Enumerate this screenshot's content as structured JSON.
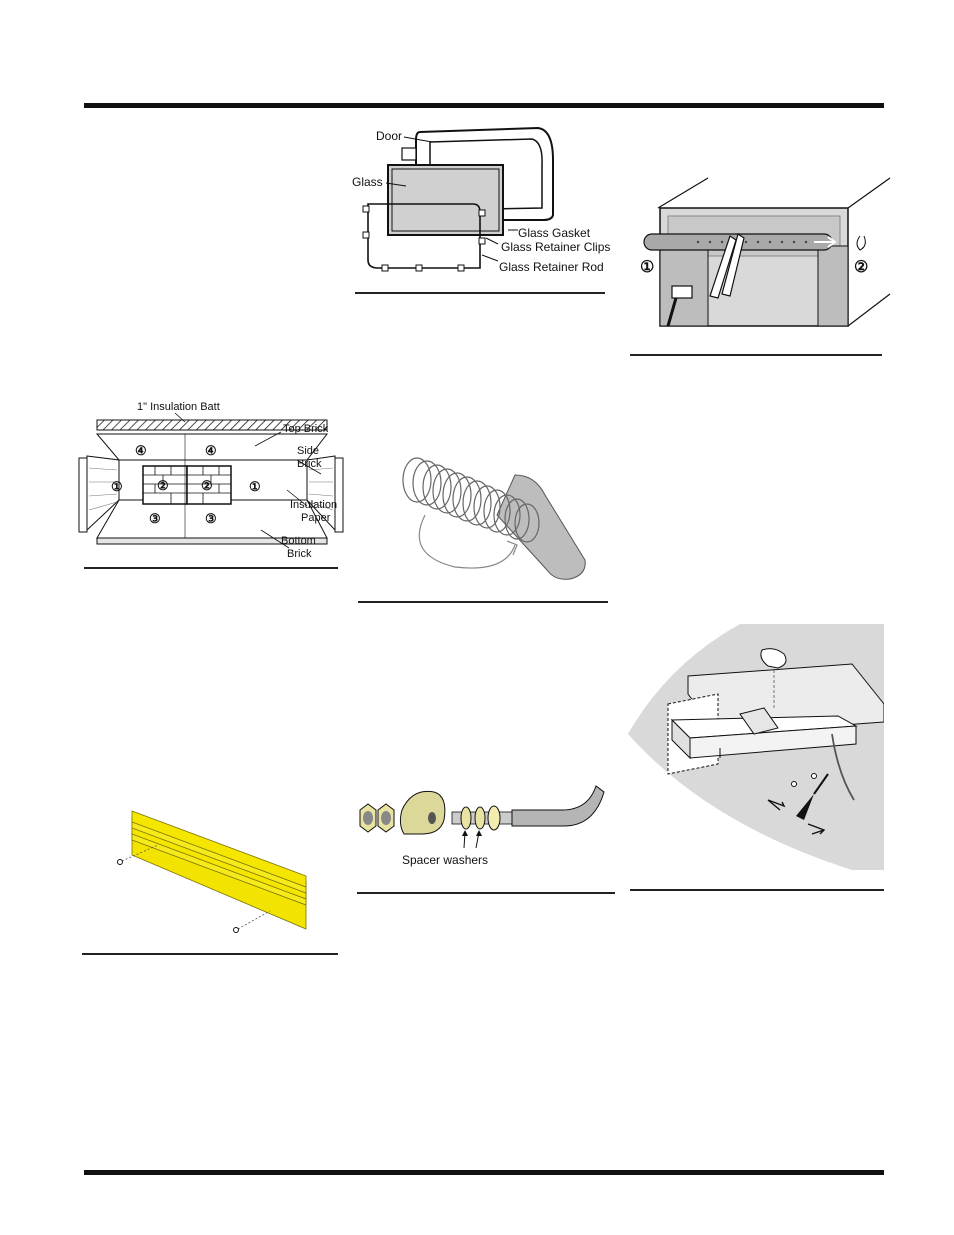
{
  "fig_door_glass": {
    "door": "Door",
    "glass": "Glass",
    "glass_gasket": "Glass Gasket",
    "retainer_clips": "Glass Retainer Clips",
    "retainer_rod": "Glass Retainer Rod"
  },
  "fig_burner": {
    "marker_1": "①",
    "marker_2": "②"
  },
  "fig_bricks": {
    "insulation_batt": "1\" Insulation Batt",
    "top_brick": "Top Brick",
    "side_brick_1": "Side",
    "side_brick_2": "Brick",
    "insulation_paper_1": "Insulation",
    "insulation_paper_2": "Paper",
    "bottom_brick_1": "Bottom",
    "bottom_brick_2": "Brick",
    "num_1": "①",
    "num_2": "②",
    "num_3": "③",
    "num_4": "④"
  },
  "fig_washers": {
    "spacer_washers": "Spacer washers"
  },
  "colors": {
    "rule": "#111111",
    "baffle_yellow": "#f5e600",
    "panel_gray": "#d9d9d9",
    "glass_gray": "#cfcfcf"
  }
}
